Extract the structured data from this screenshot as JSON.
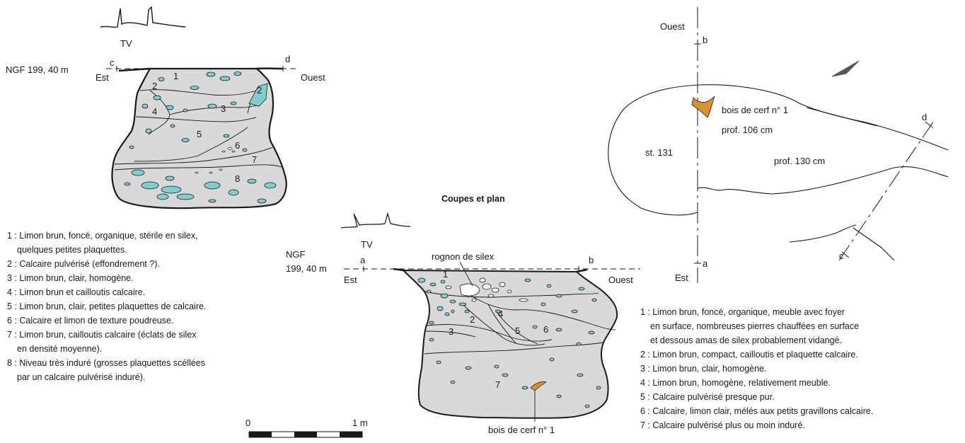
{
  "title": "Coupes et plan",
  "section_left": {
    "tv": "TV",
    "ngf": "NGF 199, 40 m",
    "point_c": "c",
    "point_d": "d",
    "left_side": "Est",
    "right_side": "Ouest",
    "layer_labels": [
      "1",
      "2",
      "2",
      "3",
      "4",
      "5",
      "6",
      "7",
      "8"
    ],
    "legend": [
      "1 : Limon brun, foncé, organique, stérile en silex,",
      "   quelques petites plaquettes.",
      "2 : Calcaire pulvérisé (effondrement ?).",
      "3 : Limon brun, clair, homogène.",
      "4 : Limon brun et cailloutis calcaire.",
      "5 : Limon brun, clair, petites plaquettes de calcaire.",
      "6 : Calcaire et limon de texture poudreuse.",
      "7 : Limon brun, cailloutis calcaire (éclats de silex",
      "   en densité moyenne).",
      "8 : Niveau très induré (grosses plaquettes scéllées",
      "   par un calcaire pulvérisé induré)."
    ]
  },
  "section_middle": {
    "tv": "TV",
    "ngf_line1": "NGF",
    "ngf_line2": "199, 40 m",
    "point_a": "a",
    "point_b": "b",
    "left_side": "Est",
    "right_side": "Ouest",
    "annotation_top": "rognon de silex",
    "annotation_bottom": "bois de cerf n° 1",
    "layer_labels": [
      "1",
      "2",
      "3",
      "4",
      "5",
      "6",
      "7"
    ]
  },
  "scale": {
    "start": "0",
    "end": "1 m"
  },
  "plan": {
    "north_top": "Ouest",
    "south_bottom": "Est",
    "point_a": "a",
    "point_b": "b",
    "point_c": "c",
    "point_d": "d",
    "feature": "st. 131",
    "find": "bois de cerf n° 1",
    "depth_1": "prof. 106 cm",
    "depth_2": "prof. 130 cm"
  },
  "legend_right": [
    "1 : Limon brun, foncé, organique, meuble avec foyer",
    "   en surface,  nombreuses pierres chauffées en surface",
    "   et dessous amas de silex probablement vidangé.",
    "2 : Limon brun, compact, cailloutis et plaquette calcaire.",
    "3 : Limon brun, clair, homogène.",
    "4 : Limon brun, homogène, relativement meuble.",
    "5 : Calcaire pulvérisé presque pur.",
    "6 : Calcaire, limon clair, mélés aux petits gravillons calcaire.",
    "7 : Calcaire pulvérisé plus ou moin induré."
  ],
  "colors": {
    "fill": "#d9d9d9",
    "stone": "#7fcfcf",
    "antler": "#d9922e",
    "line": "#1a1a1a"
  }
}
